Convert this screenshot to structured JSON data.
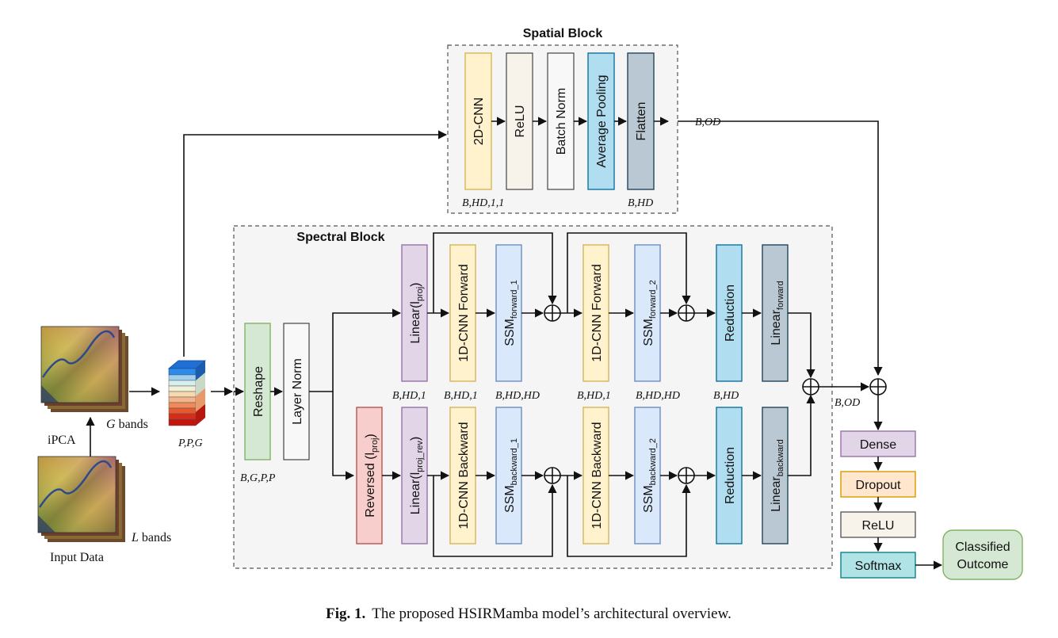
{
  "spatial_block": {
    "title": "Spatial Block",
    "layers": {
      "cnn2d": "2D-CNN",
      "relu": "ReLU",
      "batch_norm": "Batch Norm",
      "avg_pool": "Average Pooling",
      "flatten": "Flatten"
    },
    "dims": {
      "cnn_out": "B,HD,1,1",
      "flatten_out": "B,HD",
      "block_out": "B,OD"
    }
  },
  "spectral_block": {
    "title": "Spectral Block",
    "reshape": "Reshape",
    "layer_norm": "Layer Norm",
    "reshape_dim": "B,G,P,P",
    "forward": {
      "linear": "Linear(l",
      "linear_sub": "proj",
      "linear_close": ")",
      "cnn1": "1D-CNN Forward",
      "ssm1": "SSM",
      "ssm1_sub": "forward_1",
      "cnn2": "1D-CNN Forward",
      "ssm2": "SSM",
      "ssm2_sub": "forward_2",
      "reduction": "Reduction",
      "final_linear": "Linear",
      "final_linear_sub": "forward",
      "dims": {
        "linear": "B,HD,1",
        "cnn1": "B,HD,1",
        "ssm1": "B,HD,HD",
        "cnn2": "B,HD,1",
        "ssm2": "B,HD,HD",
        "reduction": "B,HD"
      }
    },
    "backward": {
      "reversed": "Reversed (l",
      "reversed_sub": "proj",
      "reversed_close": ")",
      "linear": "Linear(l",
      "linear_sub": "proj_rev",
      "linear_close": ")",
      "cnn1": "1D-CNN Backward",
      "ssm1": "SSM",
      "ssm1_sub": "backward_1",
      "cnn2": "1D-CNN Backward",
      "ssm2": "SSM",
      "ssm2_sub": "backward_2",
      "reduction": "Reduction",
      "final_linear": "Linear",
      "final_linear_sub": "backward"
    },
    "out_dim": "B,OD"
  },
  "inputs": {
    "input_label": "Input Data",
    "l_bands_var": "L",
    "l_bands": " bands",
    "ipca": "iPCA",
    "g_bands_var": "G",
    "g_bands": " bands",
    "patch_dim": "P,P,G"
  },
  "head": {
    "dense": "Dense",
    "dropout": "Dropout",
    "relu": "ReLU",
    "softmax": "Softmax",
    "outcome_line1": "Classified",
    "outcome_line2": "Outcome"
  },
  "caption": {
    "fig": "Fig. 1.",
    "text": "The proposed HSIRMamba model’s architectural overview."
  },
  "colors": {
    "yellow": "#fff2cc",
    "yellow_border": "#d6b656",
    "beige": "#f7f3ea",
    "white_box": "#f8f8f8",
    "blue": "#b1ddf0",
    "blue_border": "#10739e",
    "gray_blue": "#bac8d3",
    "gray_blue_border": "#23445d",
    "purple": "#e1d5e7",
    "purple_border": "#9673a6",
    "lavender": "#dae8fc",
    "lavender_border": "#6c8ebf",
    "green": "#d5e8d4",
    "green_border": "#82b366",
    "red": "#f8cecc",
    "red_border": "#b85450",
    "orange": "#ffe6cc",
    "orange_border": "#d79b00",
    "softmax": "#b0e3e6",
    "softmax_border": "#0e8088"
  }
}
